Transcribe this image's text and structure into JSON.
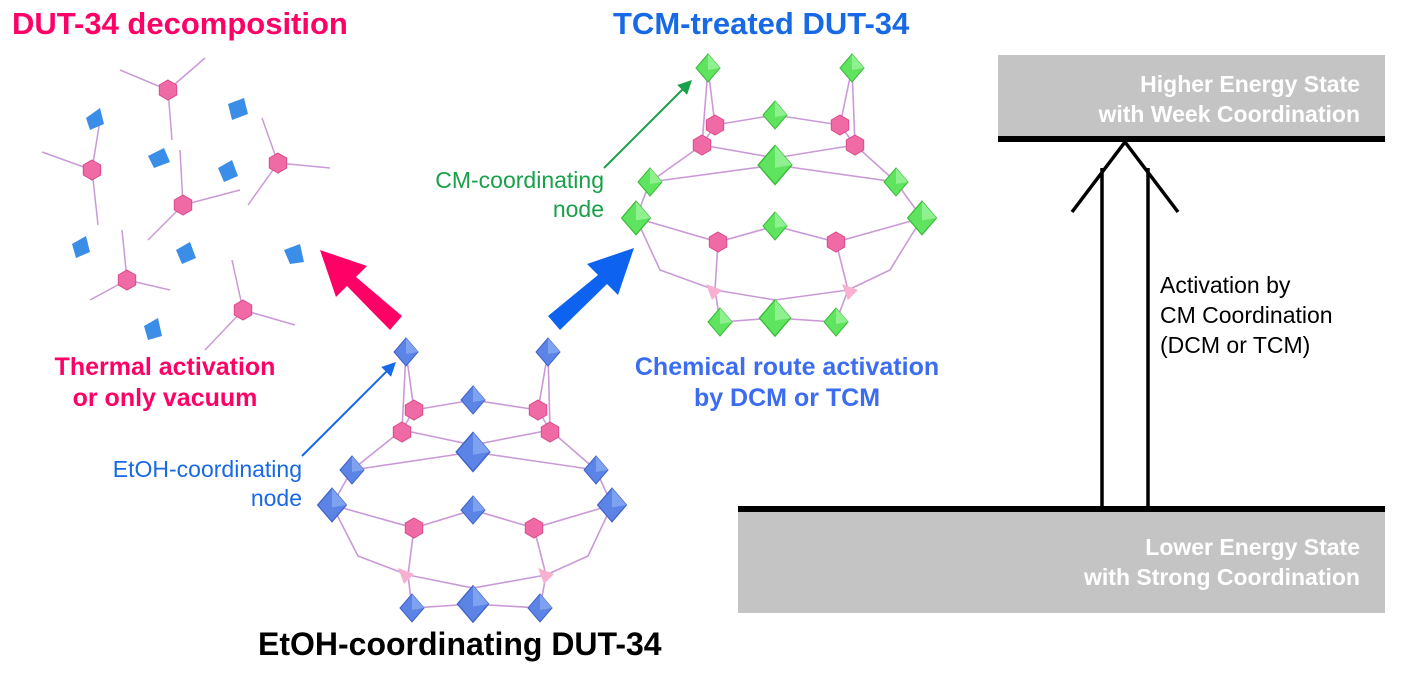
{
  "titles": {
    "decomposition": "DUT-34 decomposition",
    "tcm_treated": "TCM-treated DUT-34",
    "etoh_coordinating": "EtOH-coordinating DUT-34"
  },
  "labels": {
    "thermal_line1": "Thermal activation",
    "thermal_line2": "or only vacuum",
    "chemical_line1": "Chemical route activation",
    "chemical_line2": "by DCM or TCM",
    "cm_node_line1": "CM-coordinating",
    "cm_node_line2": "node",
    "etoh_node_line1": "EtOH-coordinating",
    "etoh_node_line2": "node"
  },
  "energy": {
    "higher_line1": "Higher Energy State",
    "higher_line2": "with Week Coordination",
    "lower_line1": "Lower Energy State",
    "lower_line2": "with Strong Coordination",
    "activation_line1": "Activation by",
    "activation_line2": "CM Coordination",
    "activation_line3": "(DCM or TCM)"
  },
  "colors": {
    "pink": "#ff0066",
    "blue": "#1769e6",
    "green": "#19a14a",
    "hexagon_pink": "#f06aa5",
    "diamond_blue": "#5b84e6",
    "diamond_green": "#5fe45f",
    "linker": "#c99ad6",
    "state_box": "#c4c4c4"
  }
}
